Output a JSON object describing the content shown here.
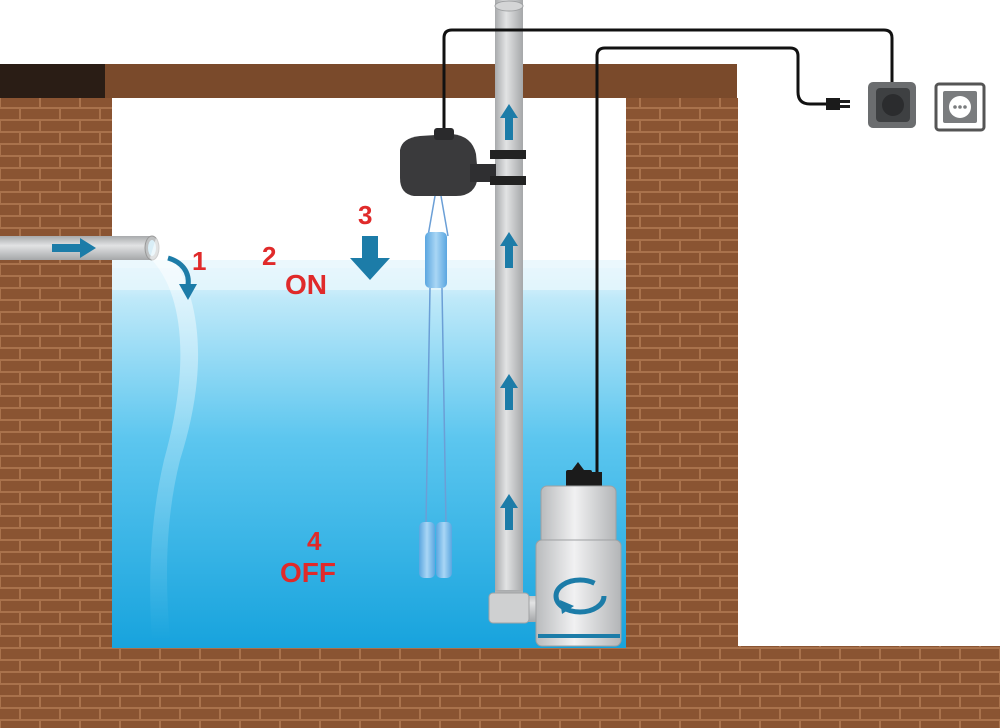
{
  "colors": {
    "brick": "#8a5432",
    "mortar": "#a9724c",
    "water_top": "#d2f0fb",
    "water_bottom": "#17a3dd",
    "pipe": "#c9cbcc",
    "flow_arrow": "#1c7ca8",
    "label_red": "#e02a2a",
    "cable": "#111111"
  },
  "labels": {
    "step1_number": "1",
    "step2_number": "2",
    "step2_state": "ON",
    "step3_number": "3",
    "step4_number": "4",
    "step4_state": "OFF"
  },
  "icons": {
    "inlet_flow": "arrow-right-icon",
    "fill_direction": "curved-arrow-icon",
    "level_drop": "arrow-down-icon",
    "pump_rotation": "rotate-icon",
    "riser_flow": "arrow-up-icon",
    "outlet": "wall-socket-icon",
    "plug": "power-plug-icon"
  }
}
